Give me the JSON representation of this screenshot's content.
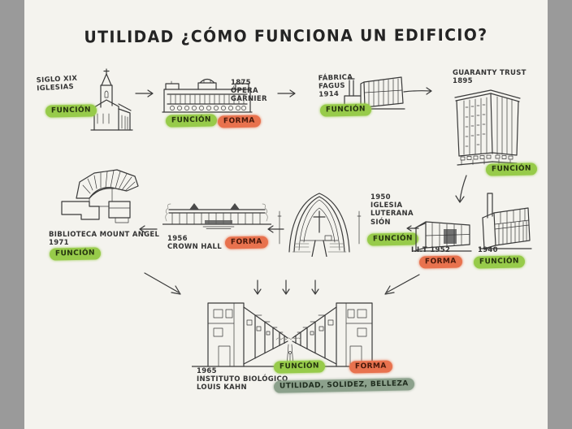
{
  "title": "UTILIDAD ¿CÓMO FUNCIONA UN EDIFICIO?",
  "colors": {
    "paper": "#f4f3ee",
    "side_frame": "#9a9a9a",
    "ink": "#3a3a3a",
    "highlight_funcion": "#97cb4a",
    "highlight_forma": "#e8724e",
    "highlight_vitruvio": "#8ca18c"
  },
  "nodes": {
    "church": {
      "label": "SIGLO XIX\nIGLESIAS",
      "tags": [
        "FUNCIÓN"
      ]
    },
    "opera": {
      "label": "1875\nÓPERA\nGARNIER",
      "tags": [
        "FUNCIÓN",
        "FORMA"
      ]
    },
    "fagus": {
      "label": "FÁBRICA\nFAGUS\n1914",
      "tags": [
        "FUNCIÓN"
      ]
    },
    "guaranty": {
      "label": "GUARANTY TRUST\n1895",
      "tags": [
        "FUNCIÓN"
      ]
    },
    "biblioteca": {
      "label": "BIBLIOTECA MOUNT ANGEL\n1971",
      "tags": [
        "FUNCIÓN"
      ]
    },
    "crown_hall": {
      "label": "1956\nCROWN HALL",
      "tags": [
        "FORMA"
      ]
    },
    "iglesia_sion": {
      "label": "1950\nIGLESIA\nLUTERANA\nSIÓN",
      "tags": [
        "FUNCIÓN"
      ]
    },
    "iit": {
      "label": "I.I.T  1952",
      "tags": [
        "FORMA"
      ]
    },
    "planta_1940": {
      "label": "1940",
      "tags": [
        "FUNCIÓN"
      ]
    },
    "salk": {
      "label": "1965\nINSTITUTO BIOLÓGICO\nLOUIS KAHN",
      "tags": [
        "FUNCIÓN",
        "FORMA"
      ],
      "motto": "UTILIDAD, SOLIDEZ, BELLEZA"
    }
  }
}
